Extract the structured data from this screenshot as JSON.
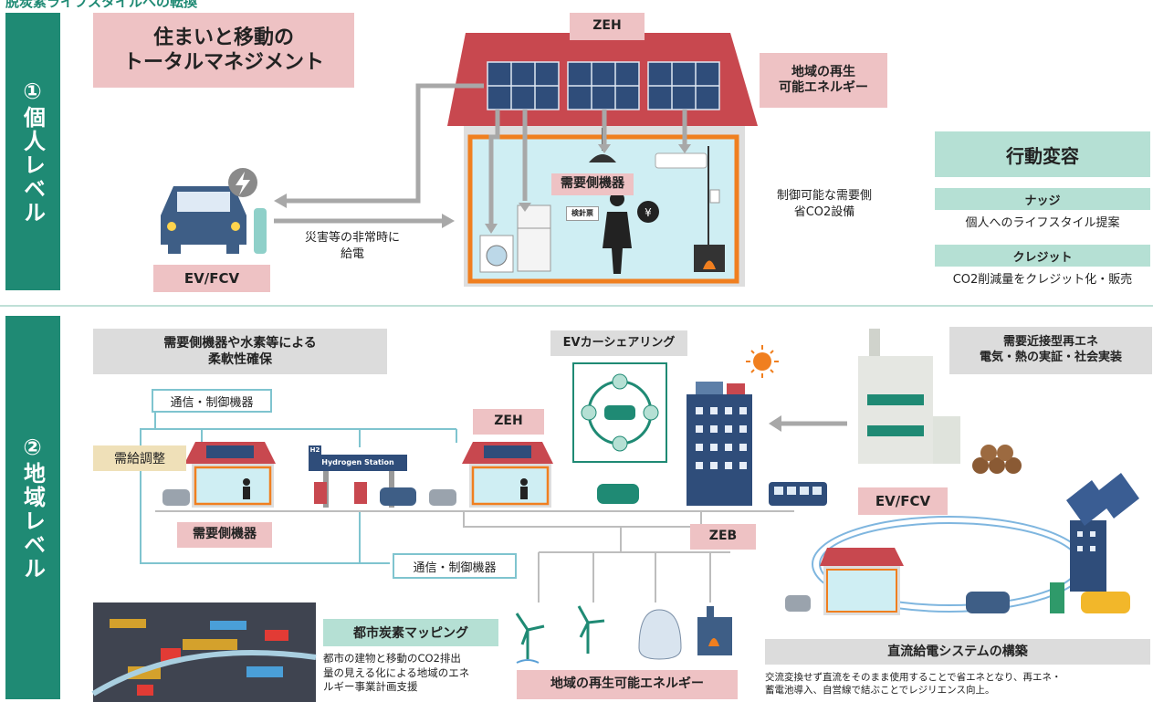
{
  "header": {
    "caption": "脱炭素ライフスタイルへの転換"
  },
  "colors": {
    "accent_green": "#1f8a74",
    "label_pink": "#eec2c4",
    "label_grey": "#dcdcdc",
    "label_mint": "#b5e0d4",
    "line_blue": "#7fc4cf"
  },
  "level1": {
    "sidebar": "①個人レベル",
    "title": [
      "住まいと移動の",
      "トータルマネジメント"
    ],
    "zeh": "ZEH",
    "renewable": [
      "地域の再生",
      "可能エネルギー"
    ],
    "demand_devices": "需要側機器",
    "meter": "検針票",
    "controllable": [
      "制御可能な需要側",
      "省CO2設備"
    ],
    "disaster": [
      "災害等の非常時に",
      "給電"
    ],
    "ev_fcv": "EV/FCV",
    "behavior": {
      "title": "行動変容",
      "nudge": "ナッジ",
      "nudge_desc": "個人へのライフスタイル提案",
      "credit": "クレジット",
      "credit_desc": "CO2削減量をクレジット化・販売"
    }
  },
  "level2": {
    "sidebar": "②地域レベル",
    "flexibility": [
      "需要側機器や水素等による",
      "柔軟性確保"
    ],
    "comm_top": "通信・制御機器",
    "supply_demand": "需給調整",
    "hydrogen_h": "H2",
    "hydrogen_station": "Hydrogen Station",
    "zeh": "ZEH",
    "ev_share": "EVカーシェアリング",
    "demand_devices": "需要側機器",
    "zeb": "ZEB",
    "ev_fcv": "EV/FCV",
    "comm_bottom": "通信・制御機器",
    "near_demand": [
      "需要近接型再エネ",
      "電気・熱の実証・社会実装"
    ],
    "mapping": {
      "title": "都市炭素マッピング",
      "desc": [
        "都市の建物と移動のCO2排出",
        "量の見える化による地域のエネ",
        "ルギー事業計画支援"
      ]
    },
    "renewable": "地域の再生可能エネルギー",
    "dc": {
      "title": "直流給電システムの構築",
      "desc": [
        "交流変換せず直流をそのまま使用することで省エネとなり、再エネ・",
        "蓄電池導入、自営線で結ぶことでレジリエンス向上。"
      ]
    }
  }
}
